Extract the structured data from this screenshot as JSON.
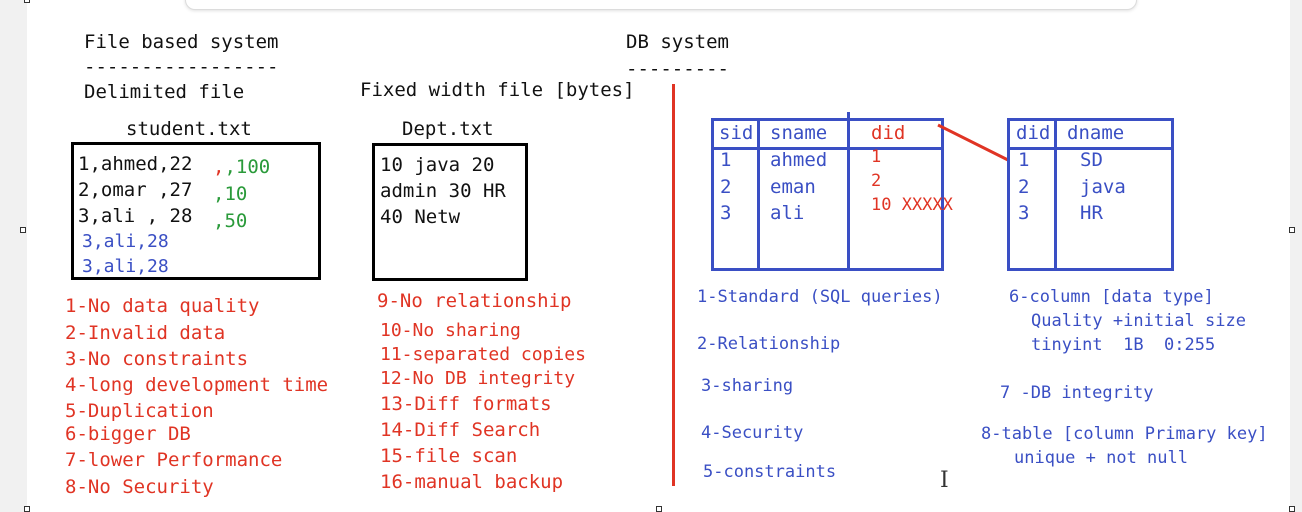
{
  "file_section": {
    "title": "File based system",
    "underline": "-----------------",
    "delimited_title": "Delimited file",
    "fixed_title": "Fixed width file [bytes]"
  },
  "student_file": {
    "filename": "student.txt",
    "rows": [
      "1,ahmed,22",
      "2,omar ,27",
      "3,ali , 28"
    ],
    "extra_values": [
      ",100",
      ",10",
      ",50"
    ],
    "duplicates": [
      "3,ali,28",
      "3,ali,28"
    ]
  },
  "dept_file": {
    "filename": "Dept.txt",
    "rows": [
      "10 java 20",
      "admin 30 HR",
      "40 Netw"
    ]
  },
  "file_problems_left": [
    "1-No data quality",
    "2-Invalid data",
    "3-No constraints",
    "4-long development time",
    "5-Duplication",
    "6-bigger DB",
    "7-lower Performance",
    "8-No Security"
  ],
  "file_problems_right": [
    "9-No relationship",
    "10-No sharing",
    "11-separated copies",
    "12-No DB integrity",
    "13-Diff formats",
    "14-Diff Search",
    "15-file scan",
    "16-manual backup"
  ],
  "db_section": {
    "title": "DB system",
    "underline": "---------"
  },
  "student_table": {
    "headers": [
      "sid",
      "sname",
      "did"
    ],
    "rows": [
      [
        "1",
        "ahmed",
        "1"
      ],
      [
        "2",
        "eman",
        "2"
      ],
      [
        "3",
        "ali",
        "10 XXXXX"
      ]
    ]
  },
  "dept_table": {
    "headers": [
      "did",
      "dname"
    ],
    "rows": [
      [
        "1",
        "SD"
      ],
      [
        "2",
        "java"
      ],
      [
        "3",
        "HR"
      ]
    ]
  },
  "db_features_left": [
    "1-Standard (SQL queries)",
    "2-Relationship",
    "3-sharing",
    "4-Security",
    "5-constraints"
  ],
  "db_features_right": {
    "item6": "6-column [data type]",
    "item6_line2": "Quality +initial size",
    "item6_line3": "tinyint  1B  0:255",
    "item7": "7 -DB integrity",
    "item8": "8-table [column Primary key]",
    "item8_line2": "unique + not null"
  },
  "colors": {
    "red": "#e03424",
    "blue": "#3a4fc4",
    "green": "#2a9a3a",
    "black": "#111111"
  }
}
